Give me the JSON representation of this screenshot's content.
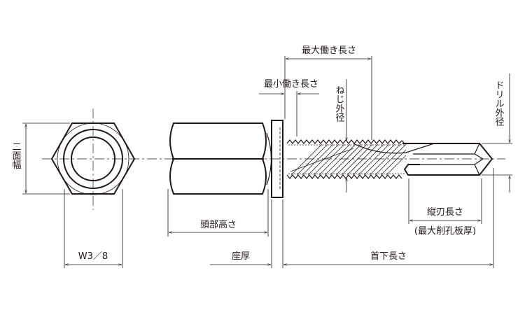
{
  "labels": {
    "width_across_flats": "二面幅",
    "thread_size": "W3／8",
    "head_height": "頭部高さ",
    "washer_thickness": "座厚",
    "length_under_head": "首下長さ",
    "max_working_length": "最大働き長さ",
    "min_working_length": "最小働き長さ",
    "thread_outer_diameter": "ねじ外径",
    "drill_outer_diameter": "ドリル外径",
    "flute_length": "縦刃長さ",
    "max_drilling_thickness": "(最大削孔板厚)"
  },
  "colors": {
    "line": "#231815",
    "background": "#ffffff"
  }
}
